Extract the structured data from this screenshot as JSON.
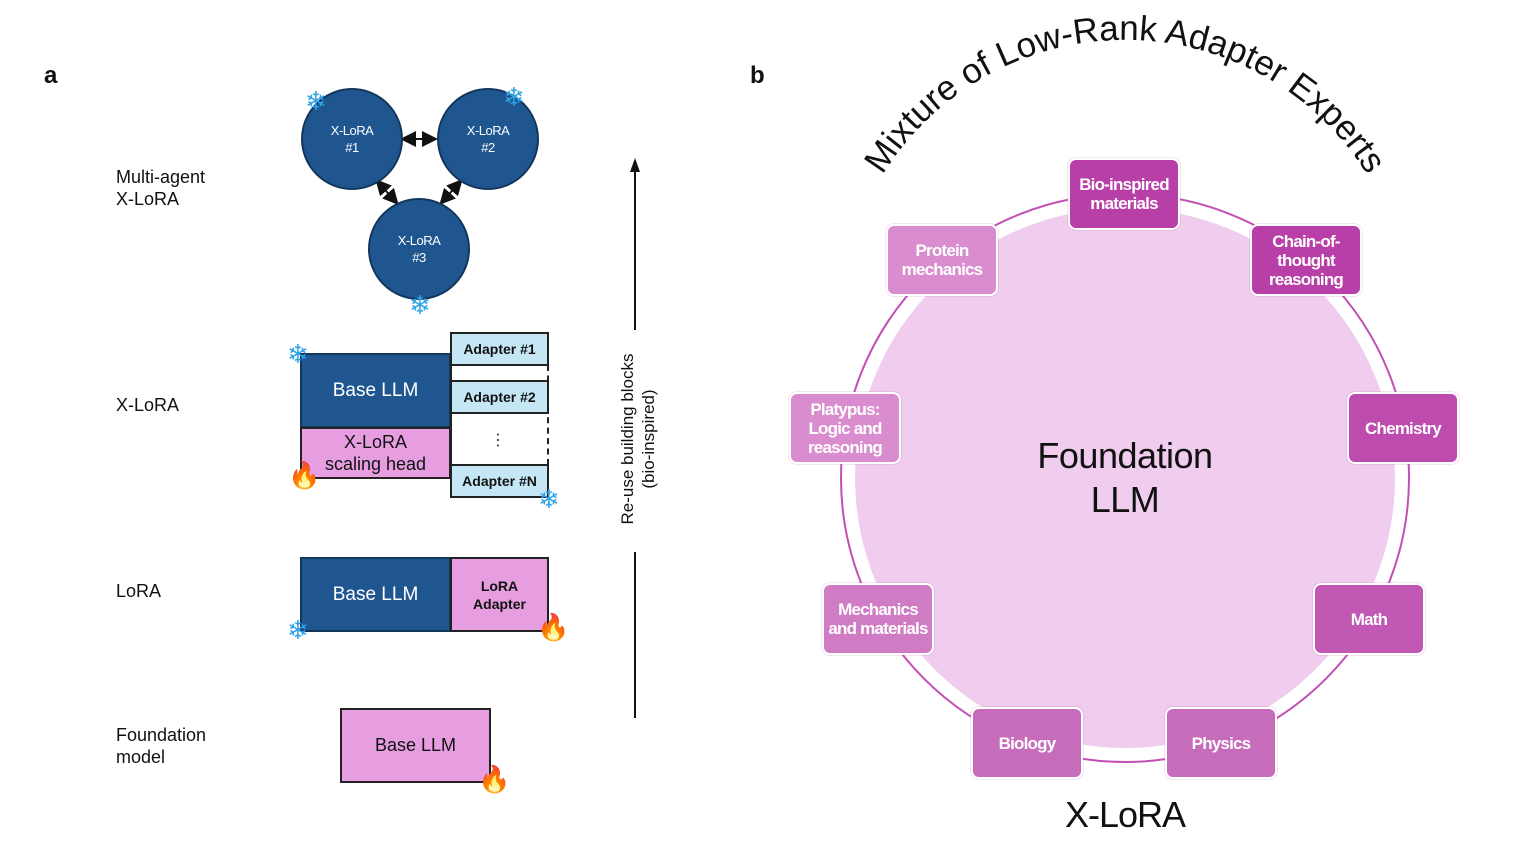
{
  "panel_a": {
    "label": "a",
    "rows": {
      "multi_agent": {
        "label_line1": "Multi-agent",
        "label_line2": "X-LoRA"
      },
      "xlora": {
        "label": "X-LoRA"
      },
      "lora": {
        "label": "LoRA"
      },
      "foundation": {
        "label_line1": "Foundation",
        "label_line2": "model"
      }
    },
    "nodes": [
      {
        "line1": "X-LoRA",
        "line2": "#1"
      },
      {
        "line1": "X-LoRA",
        "line2": "#2"
      },
      {
        "line1": "X-LoRA",
        "line2": "#3"
      }
    ],
    "xlora_block": {
      "base": "Base LLM",
      "head_line1": "X-LoRA",
      "head_line2": "scaling head",
      "adapters": [
        "Adapter #1",
        "Adapter #2",
        "Adapter #N"
      ],
      "ellipsis": "⋮"
    },
    "lora_block": {
      "base": "Base LLM",
      "adapter_line1": "LoRA",
      "adapter_line2": "Adapter"
    },
    "foundation_block": {
      "base": "Base LLM"
    },
    "arrow_text_line1": "Re-use building blocks",
    "arrow_text_line2": "(bio-inspired)",
    "icons": {
      "frozen": "snowflake-icon",
      "trainable": "flame-icon"
    }
  },
  "panel_b": {
    "label": "b",
    "arc_title": "Mixture of Low-Rank Adapter Experts",
    "center_line1": "Foundation",
    "center_line2": "LLM",
    "bottom_label": "X-LoRA",
    "experts": [
      {
        "text": "Bio-inspired materials",
        "color": "#b83fa8"
      },
      {
        "text": "Chain-of-thought reasoning",
        "color": "#b83fa8"
      },
      {
        "text": "Chemistry",
        "color": "#be4caf"
      },
      {
        "text": "Math",
        "color": "#c158b4"
      },
      {
        "text": "Physics",
        "color": "#c76bbb"
      },
      {
        "text": "Biology",
        "color": "#c76bbb"
      },
      {
        "text": "Mechanics and materials",
        "color": "#d07cc5"
      },
      {
        "text": "Platypus: Logic and reasoning",
        "color": "#d98dce"
      },
      {
        "text": "Protein mechanics",
        "color": "#d98dce"
      }
    ],
    "colors": {
      "disk": "#f0cdee",
      "ring": "#c34fb5"
    }
  }
}
